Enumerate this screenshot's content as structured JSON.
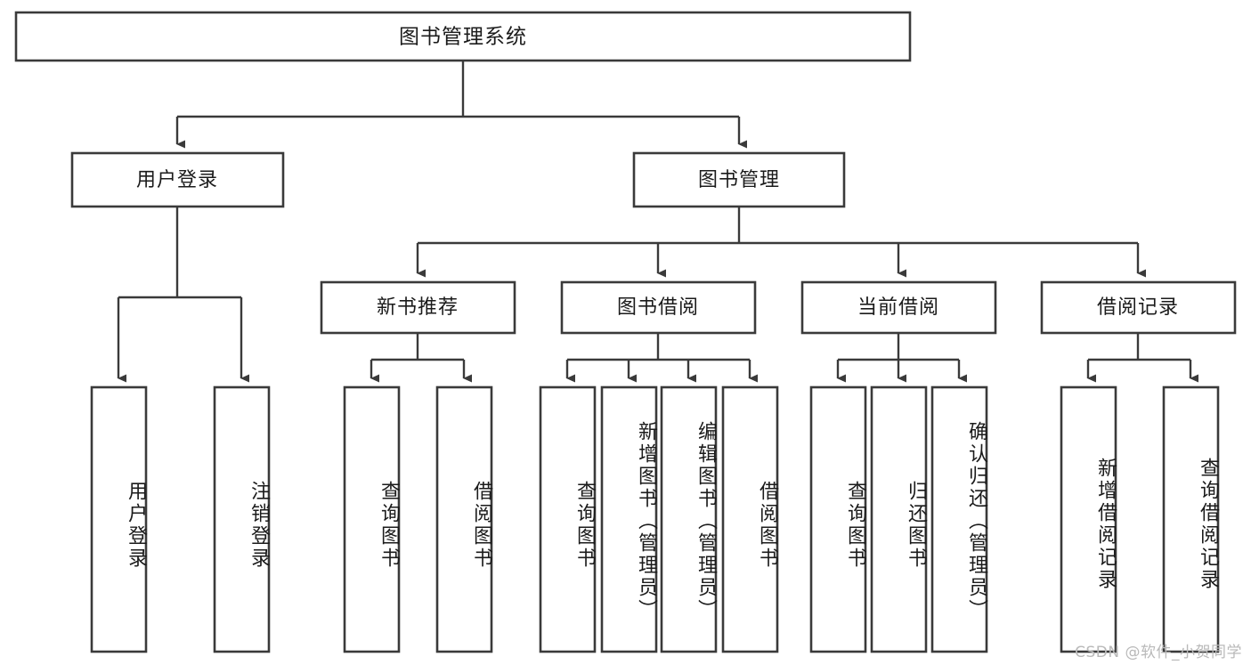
{
  "diagram": {
    "title": "图书管理系统",
    "type": "functional-decomposition-tree",
    "watermark": "CSDN @软件_小贺同学",
    "colors": {
      "stroke": "#3a3a3a",
      "fill": "#ffffff",
      "text": "#1b1b1b",
      "watermark": "#b9b9b9"
    },
    "levels": {
      "root": {
        "label": "图书管理系统"
      },
      "level2": [
        {
          "label": "用户登录"
        },
        {
          "label": "图书管理"
        }
      ],
      "level3": [
        {
          "label": "新书推荐",
          "parent": "图书管理"
        },
        {
          "label": "图书借阅",
          "parent": "图书管理"
        },
        {
          "label": "当前借阅",
          "parent": "图书管理"
        },
        {
          "label": "借阅记录",
          "parent": "图书管理"
        }
      ],
      "leaves": [
        {
          "label": "用户登录",
          "parent": "用户登录"
        },
        {
          "label": "注销登录",
          "parent": "用户登录"
        },
        {
          "label": "查询图书",
          "parent": "新书推荐"
        },
        {
          "label": "借阅图书",
          "parent": "新书推荐"
        },
        {
          "label": "查询图书",
          "parent": "图书借阅"
        },
        {
          "label": "新增图书（管理员）",
          "parent": "图书借阅"
        },
        {
          "label": "编辑图书（管理员）",
          "parent": "图书借阅"
        },
        {
          "label": "借阅图书",
          "parent": "图书借阅"
        },
        {
          "label": "查询图书",
          "parent": "当前借阅"
        },
        {
          "label": "归还图书",
          "parent": "当前借阅"
        },
        {
          "label": "确认归还（管理员）",
          "parent": "当前借阅"
        },
        {
          "label": "新增借阅记录",
          "parent": "借阅记录"
        },
        {
          "label": "查询借阅记录",
          "parent": "借阅记录"
        }
      ]
    }
  }
}
